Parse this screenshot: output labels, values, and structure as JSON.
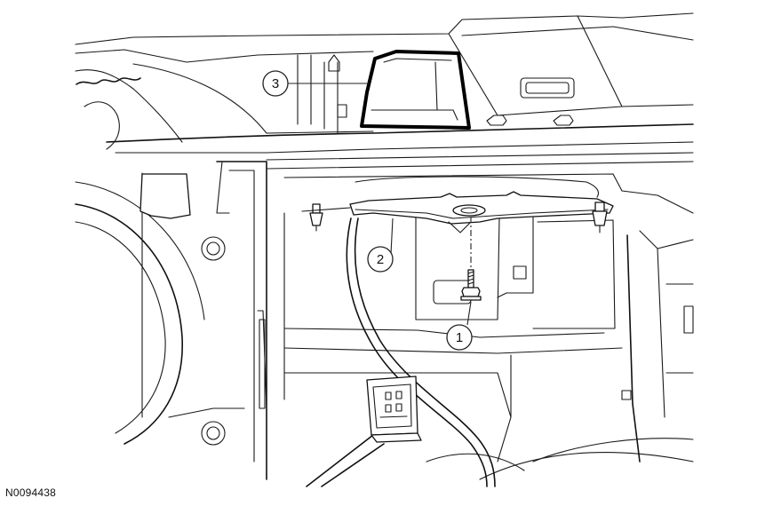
{
  "figure_id": "N0094438",
  "callouts": [
    {
      "label": "1"
    },
    {
      "label": "2"
    },
    {
      "label": "3"
    }
  ]
}
